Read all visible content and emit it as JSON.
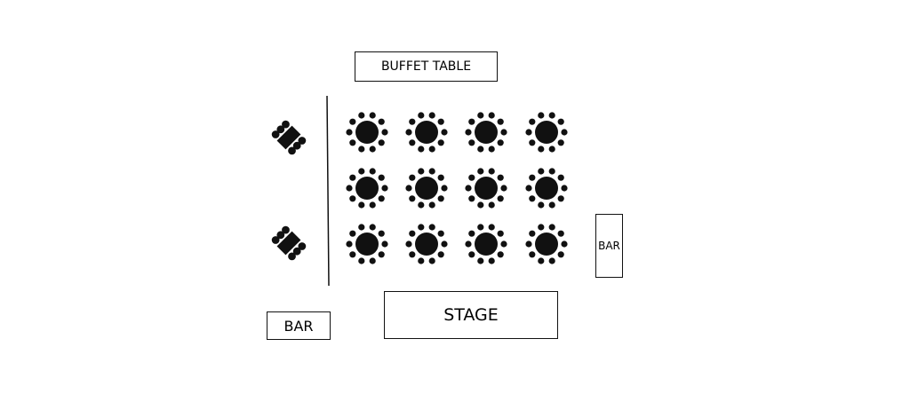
{
  "labels": {
    "buffet": "BUFFET TABLE",
    "stage": "STAGE",
    "bar_left": "BAR",
    "bar_right": "BAR"
  },
  "colors": {
    "ink": "#111111",
    "background": "#ffffff"
  },
  "round_tables": {
    "rows": 3,
    "columns": 4,
    "seats_per_table": 10
  },
  "rect_tables": {
    "count": 2,
    "seats_per_table": 6
  }
}
